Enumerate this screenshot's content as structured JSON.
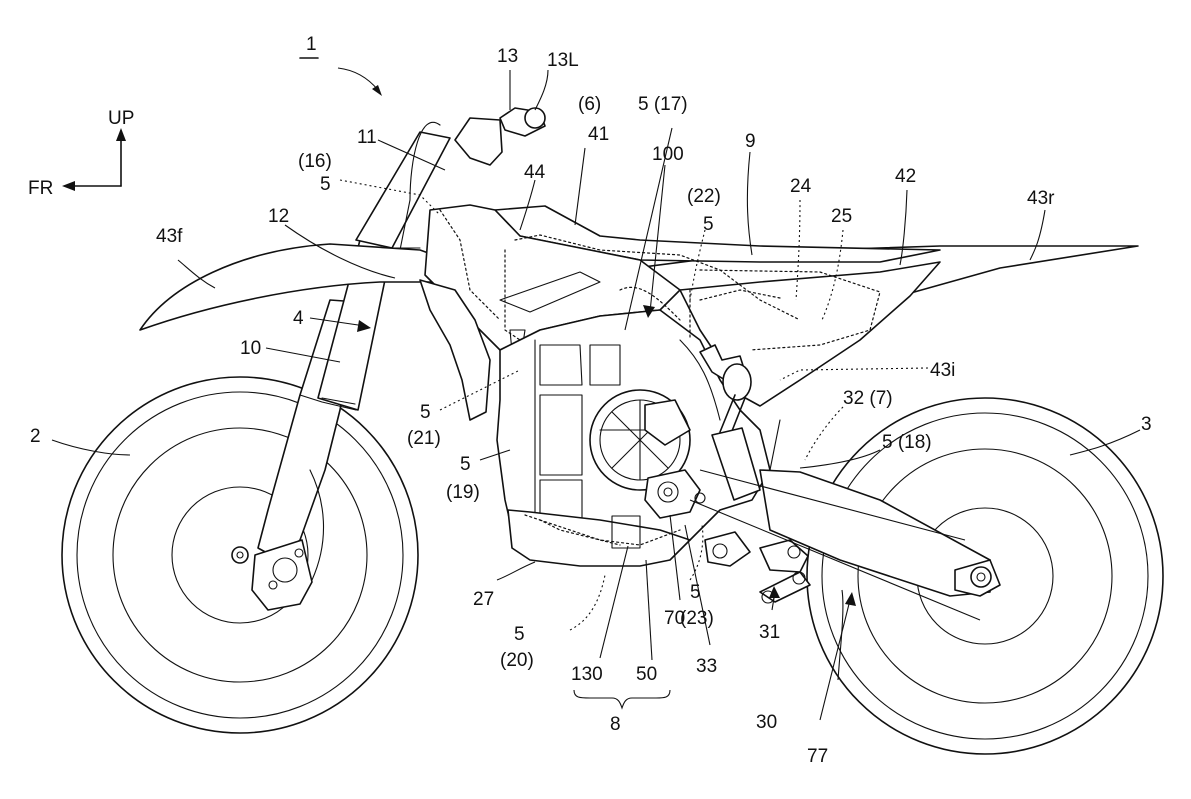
{
  "figure": {
    "ref_main": "1",
    "axis_up": "UP",
    "axis_front": "FR",
    "labels": {
      "l13": "13",
      "l13L": "13L",
      "l6": "(6)",
      "l41": "41",
      "l5_17": "5 (17)",
      "l100": "100",
      "l9": "9",
      "l11": "11",
      "l16": "(16)",
      "l5_16": "5",
      "l44": "44",
      "l22": "(22)",
      "l5_22": "5",
      "l24": "24",
      "l25": "25",
      "l42": "42",
      "l43r": "43r",
      "l43f": "43f",
      "l12": "12",
      "l4": "4",
      "l10": "10",
      "l43i": "43i",
      "l32_7": "32 (7)",
      "l5_21a": "5",
      "l21": "(21)",
      "l5_18": "5 (18)",
      "l2": "2",
      "l3": "3",
      "l5_19a": "5",
      "l19": "(19)",
      "l27": "27",
      "l5_23a": "5",
      "l23": "(23)",
      "l70": "70",
      "l33": "33",
      "l31": "31",
      "l5_20a": "5",
      "l20": "(20)",
      "l130": "130",
      "l50": "50",
      "l8": "8",
      "l30": "30",
      "l77": "77"
    }
  }
}
